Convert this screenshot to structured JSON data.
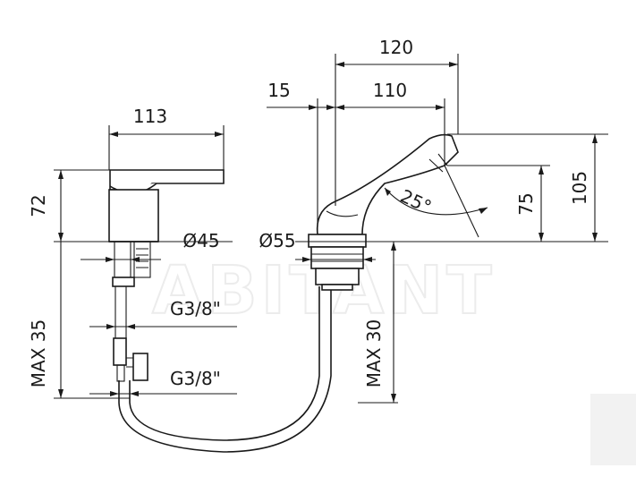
{
  "dimensions": {
    "faucet_width": "113",
    "faucet_height": "72",
    "diameter_faucet": "Ø45",
    "diameter_spout": "Ø55",
    "spout_total": "120",
    "spout_offset": "15",
    "spout_reach": "110",
    "spout_angle": "25°",
    "spout_tip_height": "75",
    "spout_total_height": "105",
    "max_left": "MAX 35",
    "max_right": "MAX 30",
    "thread_upper": "G3/8\"",
    "thread_lower": "G3/8\""
  },
  "watermark": "ABITANT",
  "colors": {
    "line": "#1a1a1a",
    "background": "#ffffff",
    "watermark": "#ececec"
  }
}
